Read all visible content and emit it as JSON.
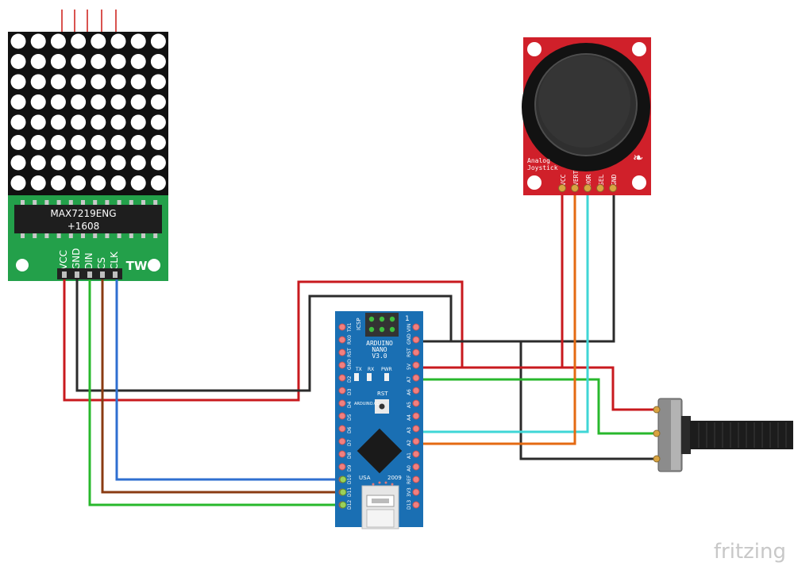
{
  "watermark": "fritzing",
  "led_matrix": {
    "chip_line1": "MAX7219ENG",
    "chip_line2": "+1608",
    "logo": "TW",
    "pins": [
      "VCC",
      "GND",
      "DIN",
      "CS",
      "CLK"
    ]
  },
  "arduino": {
    "title_line1": "ARDUINO",
    "title_line2": "NANO",
    "title_line3": "V3.0",
    "icsp": "ICSP",
    "leds": [
      "TX",
      "RX",
      "PWR"
    ],
    "rst_label": "RST",
    "brand": "ARDUINO.CC",
    "usa": "USA",
    "year": "2009",
    "left_pins": [
      "TX1",
      "RX0",
      "RST",
      "GND",
      "D2",
      "D3",
      "D4",
      "D5",
      "D6",
      "D7",
      "D8",
      "D9",
      "D10",
      "D11",
      "D12"
    ],
    "right_pins": [
      "VIN",
      "GND",
      "RST",
      "5V",
      "A7",
      "A6",
      "A5",
      "A4",
      "A3",
      "A2",
      "A1",
      "A0",
      "REF",
      "3V3",
      "D13"
    ]
  },
  "joystick": {
    "label_line1": "Analog",
    "label_line2": "Joystick",
    "pins": [
      "VCC",
      "VERT",
      "HOR",
      "SEL",
      "GND"
    ]
  },
  "colors": {
    "red_wire": "#c8191e",
    "black_wire": "#2b2b2b",
    "green_wire": "#28b82c",
    "brown_wire": "#8a3b12",
    "blue_wire": "#2f6fd0",
    "orange_wire": "#e46a12",
    "cyan_wire": "#3fd6d6",
    "matrix_pcb": "#23a04a",
    "nano_pcb": "#1a6fb3",
    "joystick_pcb": "#d0202a"
  }
}
